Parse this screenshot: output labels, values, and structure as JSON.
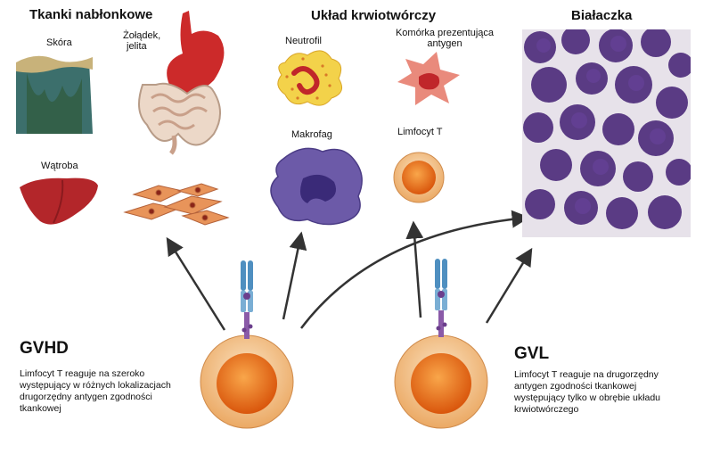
{
  "sections": {
    "epithelial": "Tkanki nabłonkowe",
    "hematopoietic": "Układ krwiotwórczy",
    "leukemia": "Białaczka"
  },
  "tissues": {
    "skin": "Skóra",
    "stomach_line1": "Żołądek,",
    "stomach_line2": "jelita",
    "liver": "Wątroba"
  },
  "cells": {
    "neutrophil": "Neutrofil",
    "apc_line1": "Komórka prezentująca",
    "apc_line2": "antygen",
    "macrophage": "Makrofag",
    "t_cell": "Limfocyt T"
  },
  "gvhd": {
    "title": "GVHD",
    "lines": [
      "Limfocyt T reaguje na szeroko",
      "występujący w różnych lokalizacjach",
      "drugorzędny antygen zgodności",
      "tkankowej"
    ]
  },
  "gvl": {
    "title": "GVL",
    "lines": [
      "Limfocyt T reaguje na drugorzędny",
      "antygen zgodności tkankowej",
      "występujący tylko w obrębie układu",
      "krwiotwórczego"
    ]
  },
  "colors": {
    "cell_outer": "#f0be86",
    "cell_core": "#e8721a",
    "receptor": "#4f8fc0",
    "membrane_dot": "#6b3e8c",
    "arrow": "#333333",
    "liver": "#b3262a",
    "macrophage": "#6c5aa8",
    "blast": "#4b2a7a"
  }
}
